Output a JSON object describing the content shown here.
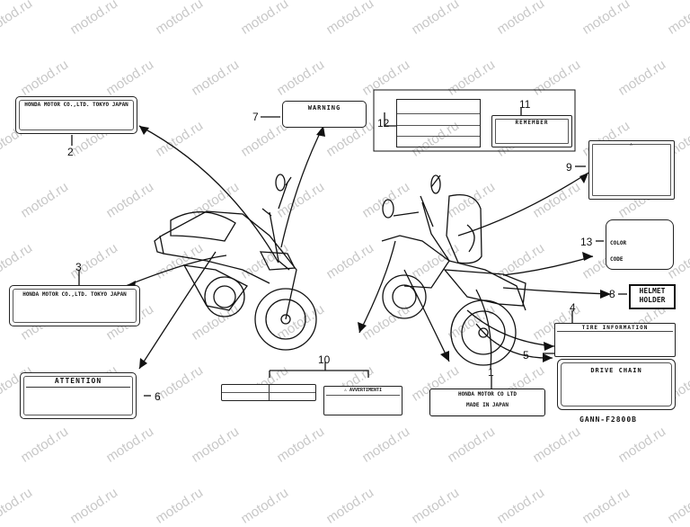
{
  "watermark_text": "motod.ru",
  "callouts": {
    "n1": "1",
    "n2": "2",
    "n3": "3",
    "n4": "4",
    "n5": "5",
    "n6": "6",
    "n7": "7",
    "n8": "8",
    "n9": "9",
    "n10": "10",
    "n11": "11",
    "n12": "12",
    "n13": "13"
  },
  "labels": {
    "honda_tokyo_top": "HONDA MOTOR CO.,LTD. TOKYO JAPAN",
    "honda_tokyo_mid": "HONDA MOTOR CO.,LTD. TOKYO JAPAN",
    "warning": "WARNING",
    "attention": "ATTENTION",
    "remember": "REMEMBER",
    "color": "COLOR",
    "code": "CODE",
    "helmet": "HELMET",
    "holder": "HOLDER",
    "tire_information": "TIRE INFORMATION",
    "drive_chain": "DRIVE CHAIN",
    "avvertimento": "⚠ AVVERTIMENTI",
    "made_honda": "HONDA MOTOR CO LTD",
    "made_in_japan": "MADE IN JAPAN",
    "warn_symbol": "⚠"
  },
  "diagram_code": "GANN-F2800B",
  "colors": {
    "line": "#111111",
    "watermark": "#c8c8c8"
  }
}
